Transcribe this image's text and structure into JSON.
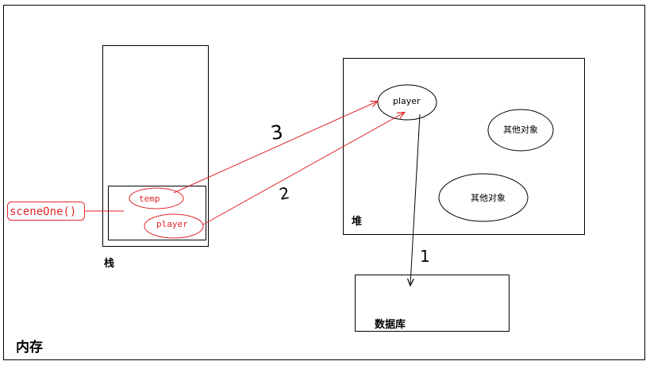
{
  "memory": {
    "label": "内存"
  },
  "stack": {
    "label": "栈",
    "method_label": "sceneOne()",
    "vars": [
      "temp",
      "player"
    ]
  },
  "heap": {
    "label": "堆",
    "objects": [
      "player",
      "其他对象",
      "其他对象"
    ]
  },
  "database": {
    "label": "数据库"
  },
  "annotations": [
    "3",
    "2",
    "1"
  ],
  "colors": {
    "line": "#000000",
    "accent": "#e0262a"
  }
}
